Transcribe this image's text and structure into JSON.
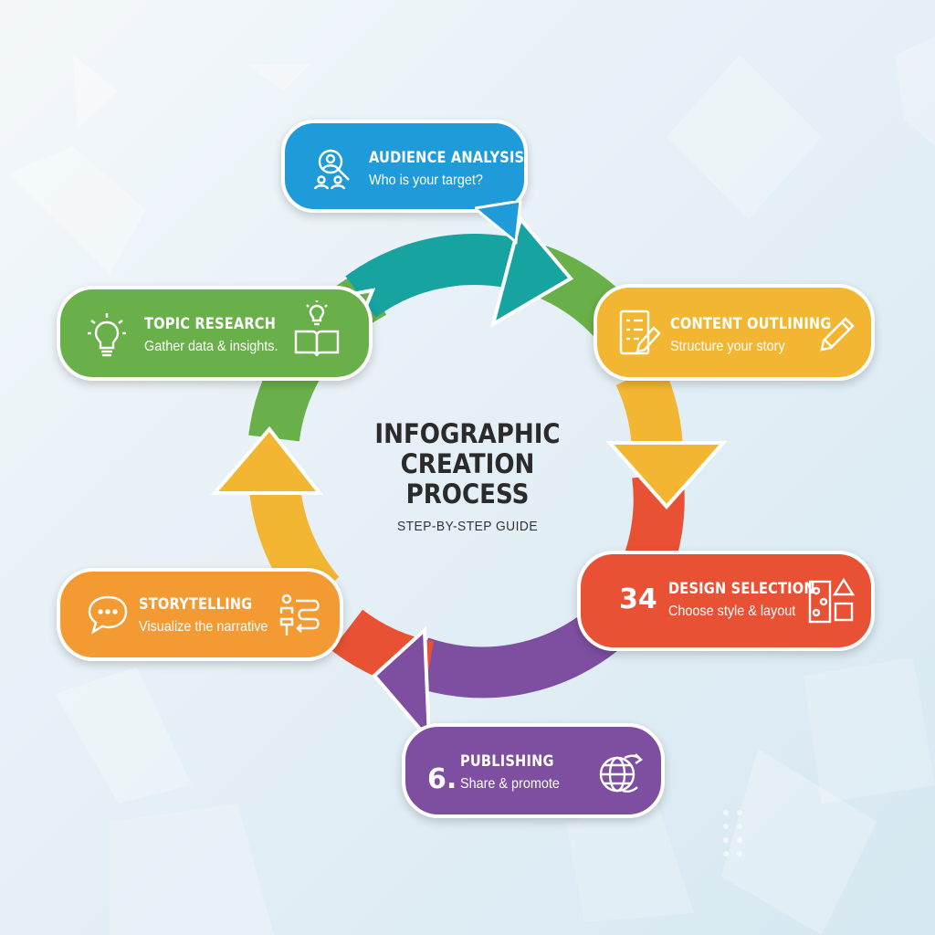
{
  "title_lines": [
    "INFOGRAPHIC",
    "CREATION",
    "PROCESS"
  ],
  "subtitle": "STEP-BY-STEP GUIDE",
  "colors": {
    "audience": "#1e9bd8",
    "topic": "#6ab04a",
    "content": "#f2b632",
    "design": "#e85133",
    "storytelling": "#f39a33",
    "publishing": "#7e4fa0",
    "teal_arrow": "#17a3a0"
  },
  "steps": {
    "audience": {
      "title": "AUDIENCE ANALYSIS",
      "subtitle": "Who is your target?",
      "icon": "magnifier-people-icon"
    },
    "topic": {
      "title": "TOPIC RESEARCH",
      "subtitle": "Gather data & insights.",
      "icon": "lightbulb-icon",
      "icon2": "open-book-idea-icon"
    },
    "content": {
      "title": "CONTENT OUTLINING",
      "subtitle": "Structure your story",
      "icon": "checklist-pencil-icon",
      "icon2": "pencil-icon"
    },
    "design": {
      "number": "34",
      "title": "DESIGN SELECTION",
      "subtitle": "Choose style & layout",
      "icon": "shapes-layout-icon"
    },
    "storytelling": {
      "title": "STORYTELLING",
      "subtitle": "Visualize the narrative",
      "icon": "speech-bubble-icon",
      "icon2": "story-path-icon"
    },
    "publishing": {
      "number": "6.",
      "title": "PUBLISHING",
      "subtitle": "Share & promote",
      "icon": "globe-arrows-icon"
    }
  }
}
